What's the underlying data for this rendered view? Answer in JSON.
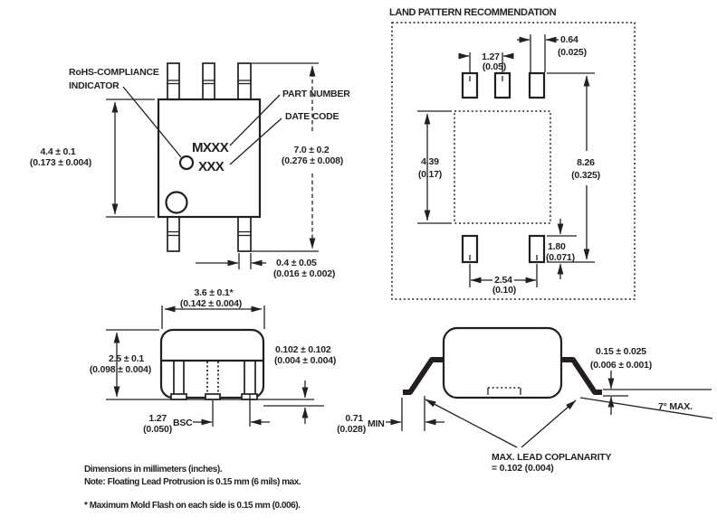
{
  "top_view": {
    "rohs_label_1": "RoHS-COMPLIANCE",
    "rohs_label_2": "INDICATOR",
    "part_number_label": "PART NUMBER",
    "date_code_label": "DATE CODE",
    "marking_line_1": "MXXX",
    "marking_line_2": "XXX",
    "dim_body_height_mm": "4.4 ± 0.1",
    "dim_body_height_in": "(0.173 ± 0.004)",
    "dim_overall_height_mm": "7.0 ± 0.2",
    "dim_overall_height_in": "(0.276 ± 0.008)",
    "dim_lead_width_mm": "0.4 ± 0.05",
    "dim_lead_width_in": "(0.016 ± 0.002)"
  },
  "land_pattern": {
    "title": "LAND PATTERN RECOMMENDATION",
    "dim_pad_pitch_mm": "1.27",
    "dim_pad_pitch_in": "(0.05)",
    "dim_pad_width_mm": "0.64",
    "dim_pad_width_in": "(0.025)",
    "dim_courtyard_height_mm": "4.39",
    "dim_courtyard_height_in": "(0.17)",
    "dim_overall_height_mm": "8.26",
    "dim_overall_height_in": "(0.325)",
    "dim_pad_height_mm": "1.80",
    "dim_pad_height_in": "(0.071)",
    "dim_pad_span_mm": "2.54",
    "dim_pad_span_in": "(0.10)"
  },
  "end_view": {
    "dim_body_width_mm": "3.6 ± 0.1*",
    "dim_body_width_in": "(0.142 ± 0.004)",
    "dim_body_height_mm": "2.5 ± 0.1",
    "dim_body_height_in": "(0.098 ± 0.004)",
    "dim_standoff_mm": "0.102 ± 0.102",
    "dim_standoff_in": "(0.004 ± 0.004)",
    "dim_lead_pitch_mm": "1.27",
    "dim_lead_pitch_in": "(0.050)",
    "dim_lead_pitch_suffix": "BSC"
  },
  "side_view": {
    "dim_lead_thickness_mm": "0.15 ± 0.025",
    "dim_lead_thickness_in": "(0.006 ± 0.001)",
    "dim_foot_angle": "7° MAX.",
    "dim_foot_length_mm": "0.71",
    "dim_foot_length_in": "(0.028)",
    "dim_foot_length_suffix": "MIN",
    "coplanarity_label_1": "MAX. LEAD COPLANARITY",
    "coplanarity_label_2": "= 0.102 (0.004)"
  },
  "notes": {
    "line_1": "Dimensions in millimeters (inches).",
    "line_2": "Note: Floating Lead Protrusion is 0.15 mm (6 mils) max.",
    "line_3": "* Maximum Mold Flash on each side is 0.15 mm (0.006)."
  }
}
